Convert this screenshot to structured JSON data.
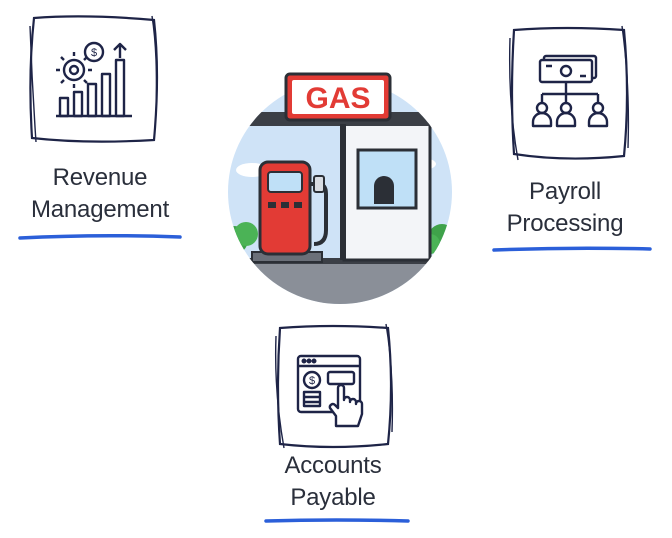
{
  "center": {
    "sign_text": "GAS",
    "icon": "gas-station-icon"
  },
  "nodes": {
    "revenue": {
      "line1": "Revenue",
      "line2": "Management",
      "icon": "revenue-gears-chart-icon"
    },
    "payroll": {
      "line1": "Payroll",
      "line2": "Processing",
      "icon": "payroll-hierarchy-icon"
    },
    "accounts": {
      "line1": "Accounts",
      "line2": "Payable",
      "icon": "payment-click-icon"
    }
  },
  "colors": {
    "ink": "#1e2447",
    "underline": "#2b5fd9",
    "sign_red": "#e23b35",
    "sky": "#cfe3f7"
  }
}
